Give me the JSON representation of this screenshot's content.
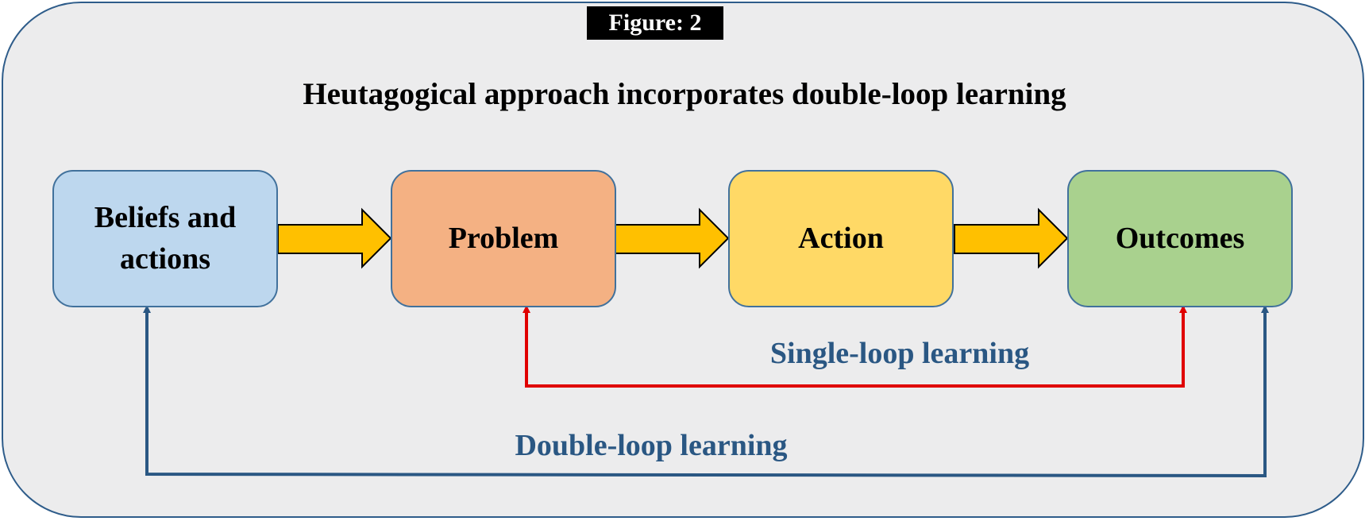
{
  "figure_label": "Figure: 2",
  "title": "Heutagogical approach incorporates double-loop learning",
  "boxes": [
    {
      "label": "Beliefs and actions",
      "color": "#bdd7ee"
    },
    {
      "label": "Problem",
      "color": "#f4b183"
    },
    {
      "label": "Action",
      "color": "#ffd966"
    },
    {
      "label": "Outcomes",
      "color": "#a9d18e"
    }
  ],
  "single_loop": {
    "label": "Single-loop learning",
    "color": "#e00000"
  },
  "double_loop": {
    "label": "Double-loop learning",
    "color": "#2a5783"
  },
  "arrow_color": "#ffc000"
}
